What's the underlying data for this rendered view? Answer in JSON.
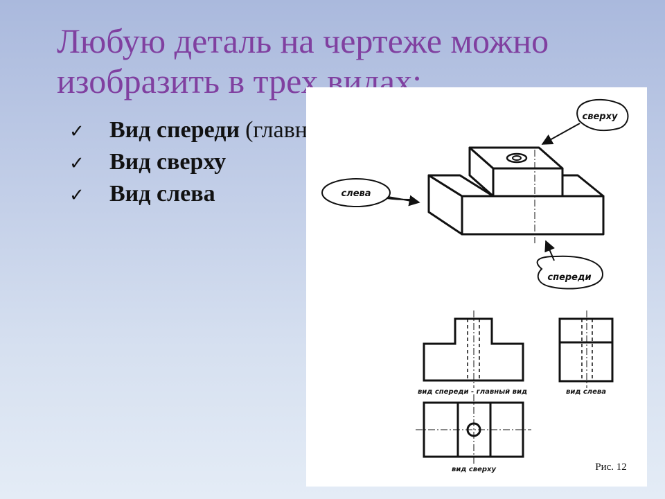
{
  "title": {
    "line1": "Любую деталь на чертеже можно",
    "line2": "изобразить в трех видах:"
  },
  "bullets": [
    {
      "bold": "Вид спереди",
      "normal": "(главный вид)"
    },
    {
      "bold": "Вид сверху",
      "normal": ""
    },
    {
      "bold": "Вид слева",
      "normal": ""
    }
  ],
  "bullet_icon": "check-icon",
  "drawing": {
    "callouts": {
      "top": "сверху",
      "left": "слева",
      "front": "спереди"
    },
    "views": {
      "front": "вид спереди - главный вид",
      "left": "вид слева",
      "top": "вид сверху"
    },
    "figure": "Рис. 12"
  },
  "colors": {
    "title": "#8040a0",
    "text": "#111111",
    "background_top": "#aab9dd",
    "background_bottom": "#e4ecf6"
  }
}
